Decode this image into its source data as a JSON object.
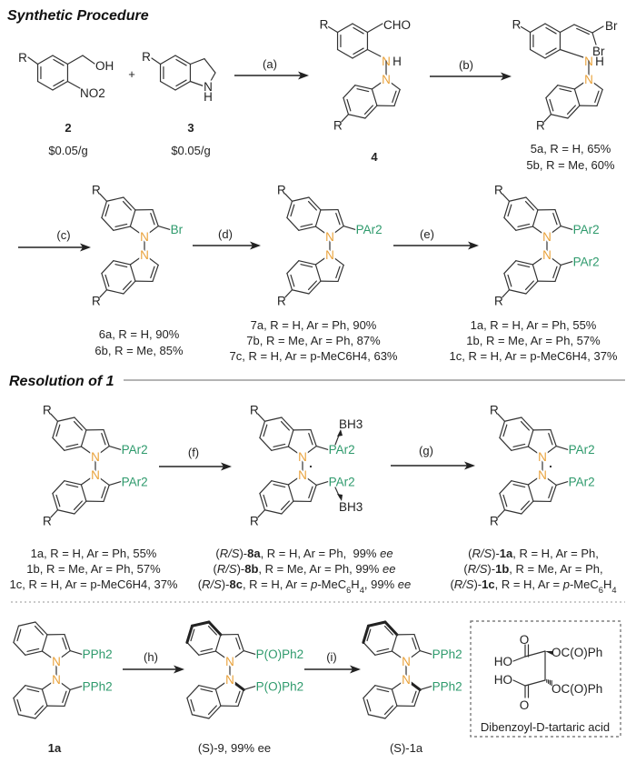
{
  "sections": {
    "synthesis_title": "Synthetic Procedure",
    "resolution_title": "Resolution of 1"
  },
  "steps": {
    "a": "(a)",
    "b": "(b)",
    "c": "(c)",
    "d": "(d)",
    "e": "(e)",
    "f": "(f)",
    "g": "(g)",
    "h": "(h)",
    "i": "(i)"
  },
  "atoms": {
    "R": "R",
    "N": "N",
    "H": "H",
    "OH": "OH",
    "NO2": "NO2",
    "CHO": "CHO",
    "Br": "Br",
    "PAr2": "PAr2",
    "PPh2": "PPh2",
    "POPh2": "P(O)Ph2",
    "BH3": "BH3",
    "O": "O",
    "HO": "HO",
    "OBz": "OC(O)Ph",
    "plus": "+"
  },
  "compounds": {
    "c2": {
      "label": "2",
      "price": "$0.05/g"
    },
    "c3": {
      "label": "3",
      "price": "$0.05/g"
    },
    "c4": {
      "label": "4"
    },
    "c5": {
      "lines": [
        "5a, R = H, 65%",
        "5b, R = Me, 60%"
      ]
    },
    "c6": {
      "lines": [
        "6a, R = H, 90%",
        "6b, R = Me, 85%"
      ]
    },
    "c7": {
      "lines": [
        "7a, R = H, Ar = Ph, 90%",
        "7b, R = Me, Ar = Ph, 87%",
        "7c, R = H, Ar = p-MeC6H4, 63%"
      ]
    },
    "c1": {
      "lines": [
        "1a, R = H, Ar = Ph, 55%",
        "1b, R = Me, Ar = Ph, 57%",
        "1c, R = H, Ar = p-MeC6H4, 37%"
      ]
    },
    "c1_start": {
      "lines": [
        "1a, R = H, Ar = Ph, 55%",
        "1b, R = Me, Ar = Ph, 57%",
        "1c, R = H, Ar = p-MeC6H4, 37%"
      ]
    },
    "c8": {
      "lines": [
        "(R/S)-8a, R = H, Ar = Ph,  99% ee",
        "(R/S)-8b, R = Me, Ar = Ph, 99% ee",
        "(R/S)-8c, R = H, Ar = p-MeC6H4, 99% ee"
      ]
    },
    "c1_rs": {
      "lines": [
        "(R/S)-1a, R = H, Ar = Ph,",
        "(R/S)-1b, R = Me, Ar = Ph,",
        "(R/S)-1c, R = H, Ar = p-MeC6H4"
      ]
    },
    "c1a": {
      "label": "1a"
    },
    "c9": {
      "label": "(S)-9, 99% ee"
    },
    "c1a_s": {
      "label": "(S)-1a"
    },
    "tartaric": {
      "caption": "Dibenzoyl-D-tartaric acid"
    }
  },
  "colors": {
    "nitrogen": "#E9A23B",
    "phosphorus": "#2E9A6C",
    "text": "#222222"
  }
}
